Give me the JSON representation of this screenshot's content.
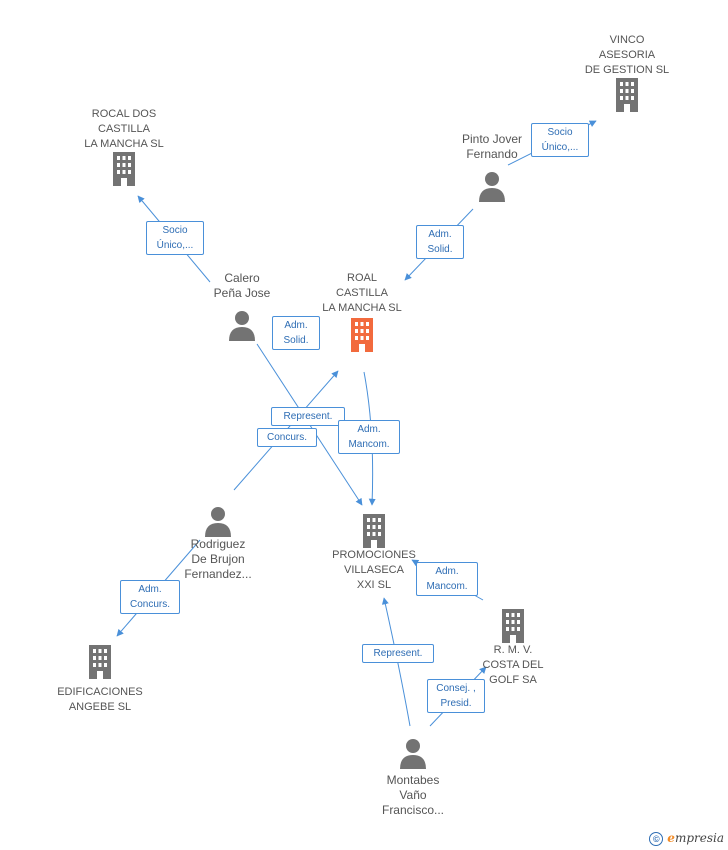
{
  "colors": {
    "edge": "#4a90d9",
    "node_icon": "#737373",
    "focus_icon": "#f26a3d",
    "label_border": "#4a90d9",
    "label_text": "#2e6db4"
  },
  "nodes": {
    "vinco": {
      "name": "VINCO\nASESORIA\nDE GESTION SL",
      "icon": "building-icon"
    },
    "rocal": {
      "name": "ROCAL DOS\nCASTILLA\nLA MANCHA SL",
      "icon": "building-icon"
    },
    "pinto": {
      "name": "Pinto Jover\nFernando",
      "icon": "person-icon"
    },
    "calero": {
      "name": "Calero\nPeña Jose",
      "icon": "person-icon"
    },
    "roal": {
      "name": "ROAL\nCASTILLA\nLA MANCHA SL",
      "icon": "building-icon"
    },
    "rodriguez": {
      "name": "Rodriguez\nDe Brujon\nFernandez...",
      "icon": "person-icon"
    },
    "promociones": {
      "name": "PROMOCIONES\nVILLASECA\nXXI SL",
      "icon": "building-icon"
    },
    "rmv": {
      "name": "R.  M.  V.\nCOSTA DEL\nGOLF SA",
      "icon": "building-icon"
    },
    "edificaciones": {
      "name": "EDIFICACIONES\nANGEBE SL",
      "icon": "building-icon"
    },
    "montabes": {
      "name": "Montabes\nVaño\nFrancisco...",
      "icon": "person-icon"
    }
  },
  "edge_labels": {
    "socio_vinco": "Socio\nÚnico,...",
    "socio_rocal": "Socio\nÚnico,...",
    "adm_solid_pinto": "Adm.\nSolid.",
    "adm_solid_calero": "Adm.\nSolid.",
    "represent_calero": "Represent.",
    "concurs_rodriguez": "Concurs.",
    "adm_mancom_roal": "Adm.\nMancom.",
    "adm_concurs_edif": "Adm.\nConcurs.",
    "adm_mancom_rmv": "Adm.\nMancom.",
    "represent_montabes": "Represent.",
    "consej_presid": "Consej. ,\nPresid."
  },
  "brand": {
    "symbol": "©",
    "first_letter": "e",
    "rest": "mpresia"
  }
}
